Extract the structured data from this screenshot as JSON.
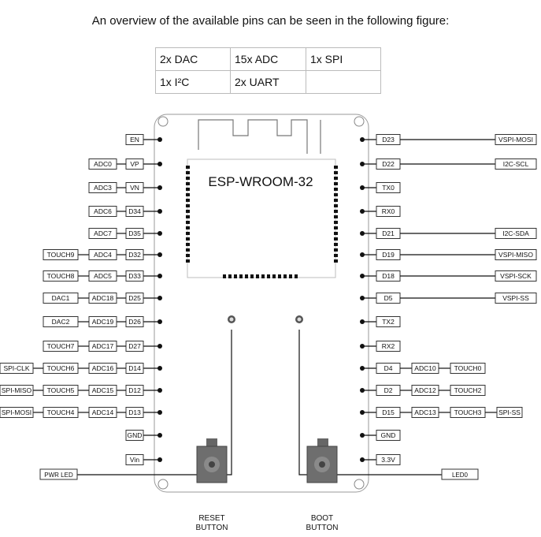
{
  "intro_text": "An overview of the available pins can be seen in the following figure:",
  "summary_table": {
    "rows": [
      [
        "2x DAC",
        "15x ADC",
        "1x SPI"
      ],
      [
        "1x I²C",
        "2x UART",
        ""
      ]
    ]
  },
  "module_label": "ESP-WROOM-32",
  "left_pins": [
    {
      "pin": "EN",
      "labels": []
    },
    {
      "pin": "VP",
      "labels": [
        "ADC0"
      ]
    },
    {
      "pin": "VN",
      "labels": [
        "ADC3"
      ]
    },
    {
      "pin": "D34",
      "labels": [
        "ADC6"
      ]
    },
    {
      "pin": "D35",
      "labels": [
        "ADC7"
      ]
    },
    {
      "pin": "D32",
      "labels": [
        "ADC4",
        "TOUCH9"
      ]
    },
    {
      "pin": "D33",
      "labels": [
        "ADC5",
        "TOUCH8"
      ]
    },
    {
      "pin": "D25",
      "labels": [
        "ADC18",
        "DAC1"
      ]
    },
    {
      "pin": "D26",
      "labels": [
        "ADC19",
        "DAC2"
      ]
    },
    {
      "pin": "D27",
      "labels": [
        "ADC17",
        "TOUCH7"
      ]
    },
    {
      "pin": "D14",
      "labels": [
        "ADC16",
        "TOUCH6",
        "SPI-CLK"
      ]
    },
    {
      "pin": "D12",
      "labels": [
        "ADC15",
        "TOUCH5",
        "SPI-MISO"
      ]
    },
    {
      "pin": "D13",
      "labels": [
        "ADC14",
        "TOUCH4",
        "SPI-MOSI"
      ]
    },
    {
      "pin": "GND",
      "labels": []
    },
    {
      "pin": "Vin",
      "labels": []
    }
  ],
  "right_pins": [
    {
      "pin": "D23",
      "far": "VSPI-MOSI",
      "labels": []
    },
    {
      "pin": "D22",
      "far": "I2C-SCL",
      "labels": []
    },
    {
      "pin": "TX0",
      "far": "",
      "labels": []
    },
    {
      "pin": "RX0",
      "far": "",
      "labels": []
    },
    {
      "pin": "D21",
      "far": "I2C-SDA",
      "labels": []
    },
    {
      "pin": "D19",
      "far": "VSPI-MISO",
      "labels": []
    },
    {
      "pin": "D18",
      "far": "VSPI-SCK",
      "labels": []
    },
    {
      "pin": "D5",
      "far": "VSPI-SS",
      "labels": []
    },
    {
      "pin": "TX2",
      "far": "",
      "labels": []
    },
    {
      "pin": "RX2",
      "far": "",
      "labels": []
    },
    {
      "pin": "D4",
      "far": "",
      "labels": [
        "ADC10",
        "TOUCH0"
      ]
    },
    {
      "pin": "D2",
      "far": "",
      "labels": [
        "ADC12",
        "TOUCH2"
      ]
    },
    {
      "pin": "D15",
      "far": "",
      "labels": [
        "ADC13",
        "TOUCH3",
        "SPI-SS"
      ]
    },
    {
      "pin": "GND",
      "far": "",
      "labels": []
    },
    {
      "pin": "3.3V",
      "far": "",
      "labels": []
    }
  ],
  "pwr_led_label": "PWR LED",
  "led0_label": "LED0",
  "reset_button": {
    "line1": "RESET",
    "line2": "BUTTON"
  },
  "boot_button": {
    "line1": "BOOT",
    "line2": "BUTTON"
  }
}
